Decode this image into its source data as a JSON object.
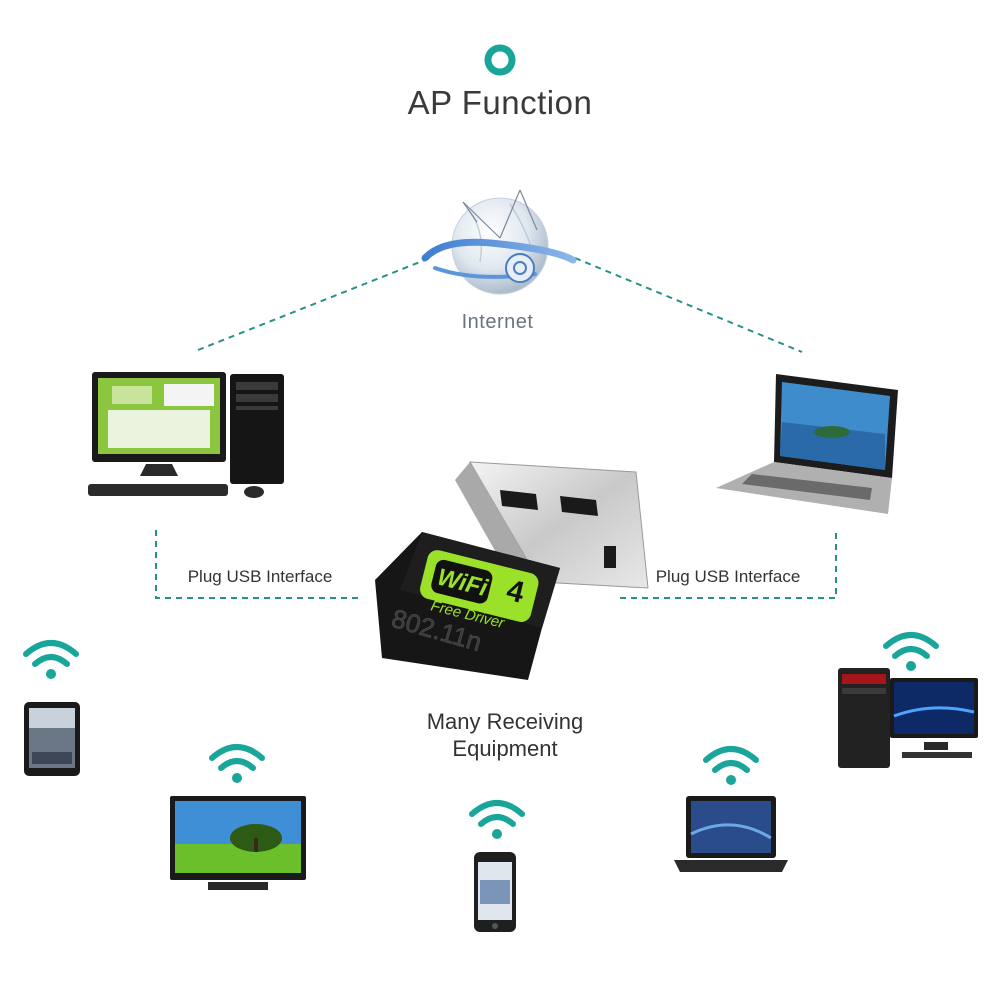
{
  "title": "AP Function",
  "internet_label": "Internet",
  "usb_left_label": "Plug USB Interface",
  "usb_right_label": "Plug USB Interface",
  "receiving_label_line1": "Many Receiving",
  "receiving_label_line2": "Equipment",
  "adapter": {
    "wifi_text": "WiFi",
    "number": "4",
    "subtitle": "Free Driver",
    "standard": "802.11n"
  },
  "colors": {
    "accent_teal": "#1aa59a",
    "dongle_green": "#9be12a",
    "dongle_body": "#151515"
  }
}
